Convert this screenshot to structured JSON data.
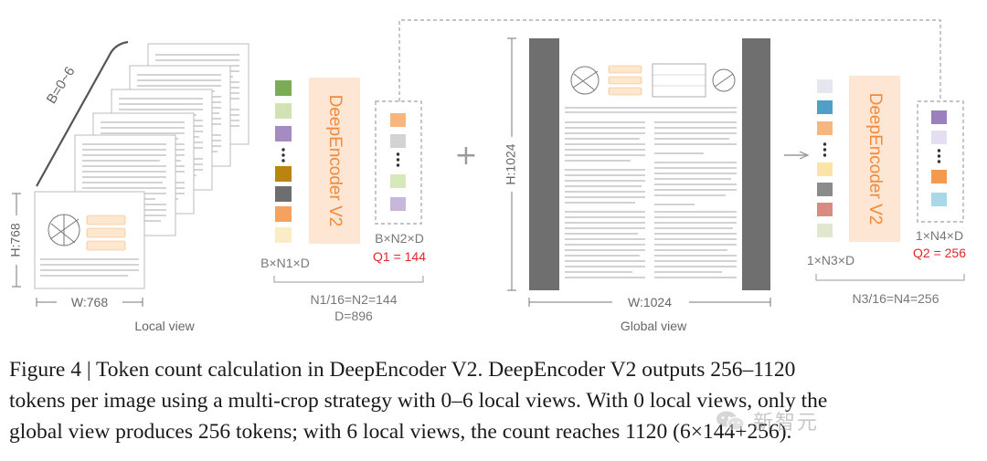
{
  "diagram": {
    "local": {
      "b_range": "B=0~6",
      "height_label": "H:768",
      "width_label": "W:768",
      "view_label": "Local view",
      "tokens_label": "B×N1×D",
      "calc_line1": "N1/16=N2=144",
      "calc_line2": "D=896",
      "compressed_label": "B×N2×D",
      "query_label": "Q1 = 144"
    },
    "global": {
      "height_label": "H:1024",
      "width_label": "W:1024",
      "view_label": "Global view",
      "tokens_label": "1×N3×D",
      "calc_line": "N3/16=N4=256",
      "compressed_label": "1×N4×D",
      "query_label": "Q2 = 256"
    },
    "encoder_label": "DeepEncoder V2",
    "plus_symbol": "+",
    "colors": {
      "encoder_fill": "#fde6d3",
      "encoder_text": "#f08a3c",
      "query_red": "#e0262b",
      "dashed": "#b0b0b0",
      "page_gray": "#6f6f6f"
    }
  },
  "caption": {
    "line1": "Figure 4 | Token count calculation in DeepEncoder V2. DeepEncoder V2 outputs 256–1120",
    "line2": "tokens per image using a multi-crop strategy with 0–6 local views. With 0 local views, only the",
    "line3": "global view produces 256 tokens; with 6 local views, the count reaches 1120 (6×144+256)."
  },
  "watermark": {
    "text": "新智元",
    "icon": "wechat-logo-icon"
  }
}
